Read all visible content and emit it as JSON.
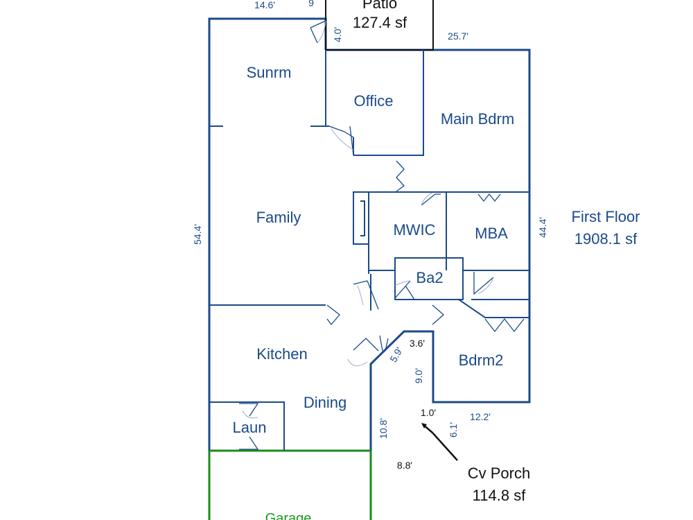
{
  "rooms": {
    "sunroom": "Sunrm",
    "office": "Office",
    "main_bedroom": "Main Bdrm",
    "family": "Family",
    "mwic": "MWIC",
    "mba": "MBA",
    "ba2": "Ba2",
    "kitchen": "Kitchen",
    "dining": "Dining",
    "bedroom2": "Bdrm2",
    "laundry": "Laun",
    "garage": "Garage"
  },
  "patio": {
    "name": "Patio",
    "area": "127.4 sf"
  },
  "floor": {
    "name": "First Floor",
    "area": "1908.1 sf"
  },
  "porch": {
    "name": "Cv Porch",
    "area": "114.8 sf"
  },
  "dimensions": {
    "top_left": "14.6'",
    "top_cut": "9",
    "patio_depth": "4.0'",
    "top_right": "25.7'",
    "left_side": "54.4'",
    "right_side": "44.4'",
    "porch_diag": "5.9'",
    "porch_top": "3.6'",
    "porch_side": "9.0'",
    "porch_left": "10.8'",
    "porch_bottom": "8.8'",
    "porch_step": "1.0'",
    "porch_right": "6.1'",
    "bdrm2_bottom": "12.2'"
  }
}
